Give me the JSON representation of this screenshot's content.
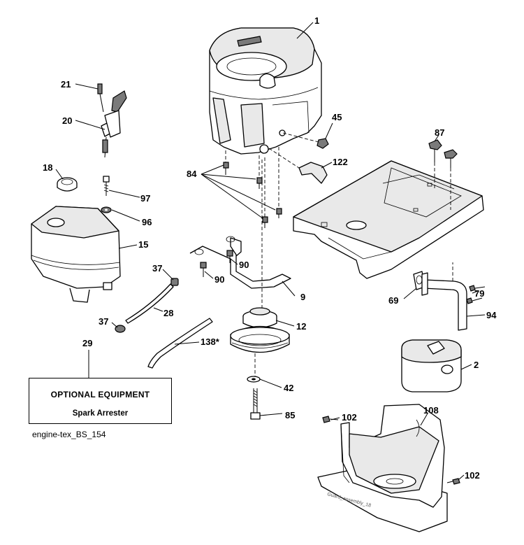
{
  "diagram": {
    "optional_box": {
      "title": "OPTIONAL EQUIPMENT",
      "subtitle": "Spark Arrester"
    },
    "reference_code": "engine-tex_BS_154",
    "guard_label": "Guard_assembly_18",
    "callouts": {
      "engine": "1",
      "screw_21": "21",
      "throttle_control": "20",
      "fuel_cap": "18",
      "bolt_97": "97",
      "washer_96": "96",
      "fuel_tank": "15",
      "clamp_37_top": "37",
      "clamp_37_bottom": "37",
      "fuel_line_28": "28",
      "fuel_line_138": "138*",
      "optional_29": "29",
      "bolts_84": "84",
      "nut_45": "45",
      "shield_122": "122",
      "bolt_90_a": "90",
      "bolt_90_b": "90",
      "bracket_9": "9",
      "pulley_12": "12",
      "washer_42": "42",
      "bolt_85": "85",
      "knob_87": "87",
      "gasket_69": "69",
      "screw_79": "79",
      "exhaust_pipe_94": "94",
      "muffler_2": "2",
      "guard_108": "108",
      "screw_102_left": "102",
      "screw_102_right": "102"
    }
  }
}
